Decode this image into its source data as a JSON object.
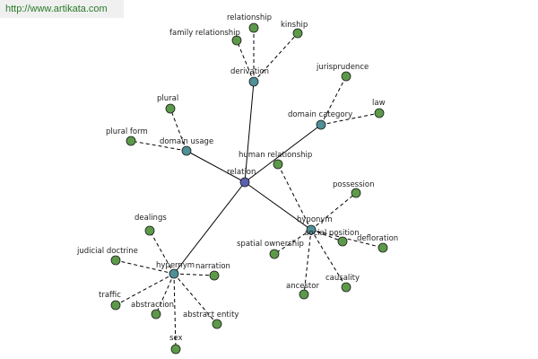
{
  "watermark": "http://www.artikata.com",
  "colors": {
    "root": "#5a5fb0",
    "hub": "#4f8f96",
    "leaf": "#5c9a4a"
  },
  "graph": {
    "nodes": [
      {
        "id": "relation",
        "label": "relation",
        "kind": "root"
      },
      {
        "id": "derivation",
        "label": "derivation",
        "kind": "hub"
      },
      {
        "id": "domain_category",
        "label": "domain category",
        "kind": "hub"
      },
      {
        "id": "domain_usage",
        "label": "domain usage",
        "kind": "hub"
      },
      {
        "id": "hyponym",
        "label": "hyponym",
        "kind": "hub"
      },
      {
        "id": "hypernym",
        "label": "hypernym",
        "kind": "hub"
      },
      {
        "id": "relationship",
        "label": "relationship",
        "kind": "leaf"
      },
      {
        "id": "kinship",
        "label": "kinship",
        "kind": "leaf"
      },
      {
        "id": "family_relationship",
        "label": "family relationship",
        "kind": "leaf"
      },
      {
        "id": "jurisprudence",
        "label": "jurisprudence",
        "kind": "leaf"
      },
      {
        "id": "law",
        "label": "law",
        "kind": "leaf"
      },
      {
        "id": "plural",
        "label": "plural",
        "kind": "leaf"
      },
      {
        "id": "plural_form",
        "label": "plural form",
        "kind": "leaf"
      },
      {
        "id": "human_relationship",
        "label": "human relationship",
        "kind": "leaf"
      },
      {
        "id": "possession",
        "label": "possession",
        "kind": "leaf"
      },
      {
        "id": "spatial_ownership",
        "label": "spatial ownership",
        "kind": "leaf"
      },
      {
        "id": "social_position",
        "label": "social position",
        "kind": "leaf"
      },
      {
        "id": "defloration",
        "label": "defloration",
        "kind": "leaf"
      },
      {
        "id": "ancestor",
        "label": "ancestor",
        "kind": "leaf"
      },
      {
        "id": "causality",
        "label": "causality",
        "kind": "leaf"
      },
      {
        "id": "dealings",
        "label": "dealings",
        "kind": "leaf"
      },
      {
        "id": "judicial_doctrine",
        "label": "judicial doctrine",
        "kind": "leaf"
      },
      {
        "id": "narration",
        "label": "narration",
        "kind": "leaf"
      },
      {
        "id": "traffic",
        "label": "traffic",
        "kind": "leaf"
      },
      {
        "id": "abstraction",
        "label": "abstraction",
        "kind": "leaf"
      },
      {
        "id": "abstract_entity",
        "label": "abstract entity",
        "kind": "leaf"
      },
      {
        "id": "sex",
        "label": "sex",
        "kind": "leaf"
      }
    ],
    "edges": [
      {
        "from": "relation",
        "to": "derivation",
        "style": "solid"
      },
      {
        "from": "relation",
        "to": "domain_category",
        "style": "solid"
      },
      {
        "from": "relation",
        "to": "domain_usage",
        "style": "solid"
      },
      {
        "from": "relation",
        "to": "hyponym",
        "style": "solid"
      },
      {
        "from": "relation",
        "to": "hypernym",
        "style": "solid"
      },
      {
        "from": "derivation",
        "to": "relationship",
        "style": "dashed"
      },
      {
        "from": "derivation",
        "to": "kinship",
        "style": "dashed"
      },
      {
        "from": "derivation",
        "to": "family_relationship",
        "style": "dashed"
      },
      {
        "from": "domain_category",
        "to": "jurisprudence",
        "style": "dashed"
      },
      {
        "from": "domain_category",
        "to": "law",
        "style": "dashed"
      },
      {
        "from": "domain_usage",
        "to": "plural",
        "style": "dashed"
      },
      {
        "from": "domain_usage",
        "to": "plural_form",
        "style": "dashed"
      },
      {
        "from": "hyponym",
        "to": "human_relationship",
        "style": "dashed"
      },
      {
        "from": "hyponym",
        "to": "possession",
        "style": "dashed"
      },
      {
        "from": "hyponym",
        "to": "spatial_ownership",
        "style": "dashed"
      },
      {
        "from": "hyponym",
        "to": "social_position",
        "style": "dashed"
      },
      {
        "from": "hyponym",
        "to": "defloration",
        "style": "dashed"
      },
      {
        "from": "hyponym",
        "to": "ancestor",
        "style": "dashed"
      },
      {
        "from": "hyponym",
        "to": "causality",
        "style": "dashed"
      },
      {
        "from": "hypernym",
        "to": "dealings",
        "style": "dashed"
      },
      {
        "from": "hypernym",
        "to": "judicial_doctrine",
        "style": "dashed"
      },
      {
        "from": "hypernym",
        "to": "narration",
        "style": "dashed"
      },
      {
        "from": "hypernym",
        "to": "traffic",
        "style": "dashed"
      },
      {
        "from": "hypernym",
        "to": "abstraction",
        "style": "dashed"
      },
      {
        "from": "hypernym",
        "to": "abstract_entity",
        "style": "dashed"
      },
      {
        "from": "hypernym",
        "to": "sex",
        "style": "dashed"
      }
    ]
  }
}
